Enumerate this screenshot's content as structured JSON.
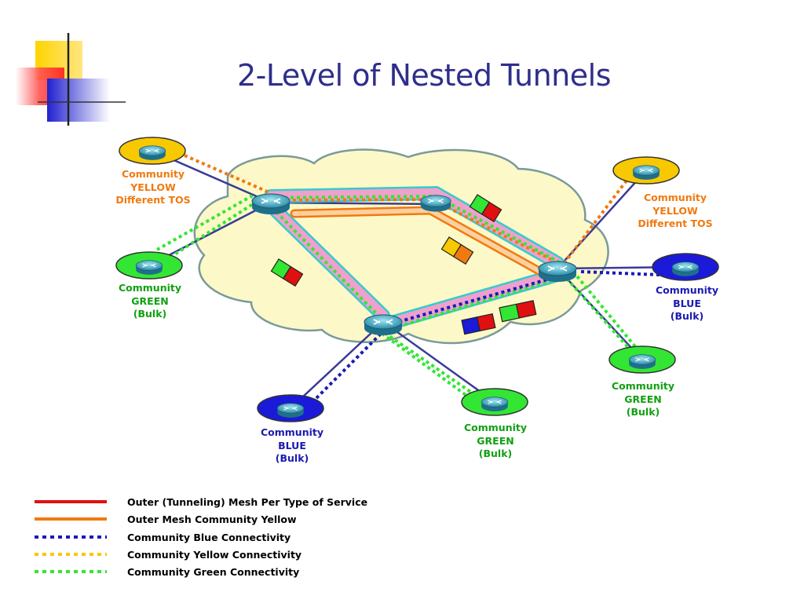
{
  "title": "2-Level of Nested Tunnels",
  "colors": {
    "red": "#e01010",
    "orange": "#f07a10",
    "blue": "#1a1ab8",
    "yellow": "#f8c800",
    "green": "#33e633",
    "pink": "#f0a0cc",
    "cyan": "#33cccc",
    "cloud": "#fdf8c8",
    "navy_line": "#3a3a9a"
  },
  "community_labels": [
    {
      "id": "yellow-left",
      "color": "yellow",
      "text": "Community\nYELLOW\nDifferent TOS"
    },
    {
      "id": "yellow-right",
      "color": "yellow",
      "text": "Community\nYELLOW\nDifferent TOS"
    },
    {
      "id": "green-left",
      "color": "green",
      "text": "Community\nGREEN\n(Bulk)"
    },
    {
      "id": "blue-right",
      "color": "blue",
      "text": "Community\nBLUE\n(Bulk)"
    },
    {
      "id": "green-right",
      "color": "green",
      "text": "Community\nGREEN\n(Bulk)"
    },
    {
      "id": "green-bottom",
      "color": "green",
      "text": "Community\nGREEN\n(Bulk)"
    },
    {
      "id": "blue-bottom",
      "color": "blue",
      "text": "Community\nBLUE\n(Bulk)"
    }
  ],
  "legend": [
    {
      "style": "solid",
      "color": "red",
      "label": "Outer (Tunneling) Mesh Per Type of Service"
    },
    {
      "style": "solid",
      "color": "orange",
      "label": "Outer Mesh Community Yellow"
    },
    {
      "style": "dotted",
      "color": "blue",
      "label": "Community Blue Connectivity"
    },
    {
      "style": "dotted",
      "color": "yellow",
      "label": "Community Yellow Connectivity"
    },
    {
      "style": "dotted",
      "color": "green",
      "label": "Community Green Connectivity"
    }
  ],
  "icons": [
    "router-icon",
    "packet-icon",
    "decorative-squares-icon"
  ]
}
